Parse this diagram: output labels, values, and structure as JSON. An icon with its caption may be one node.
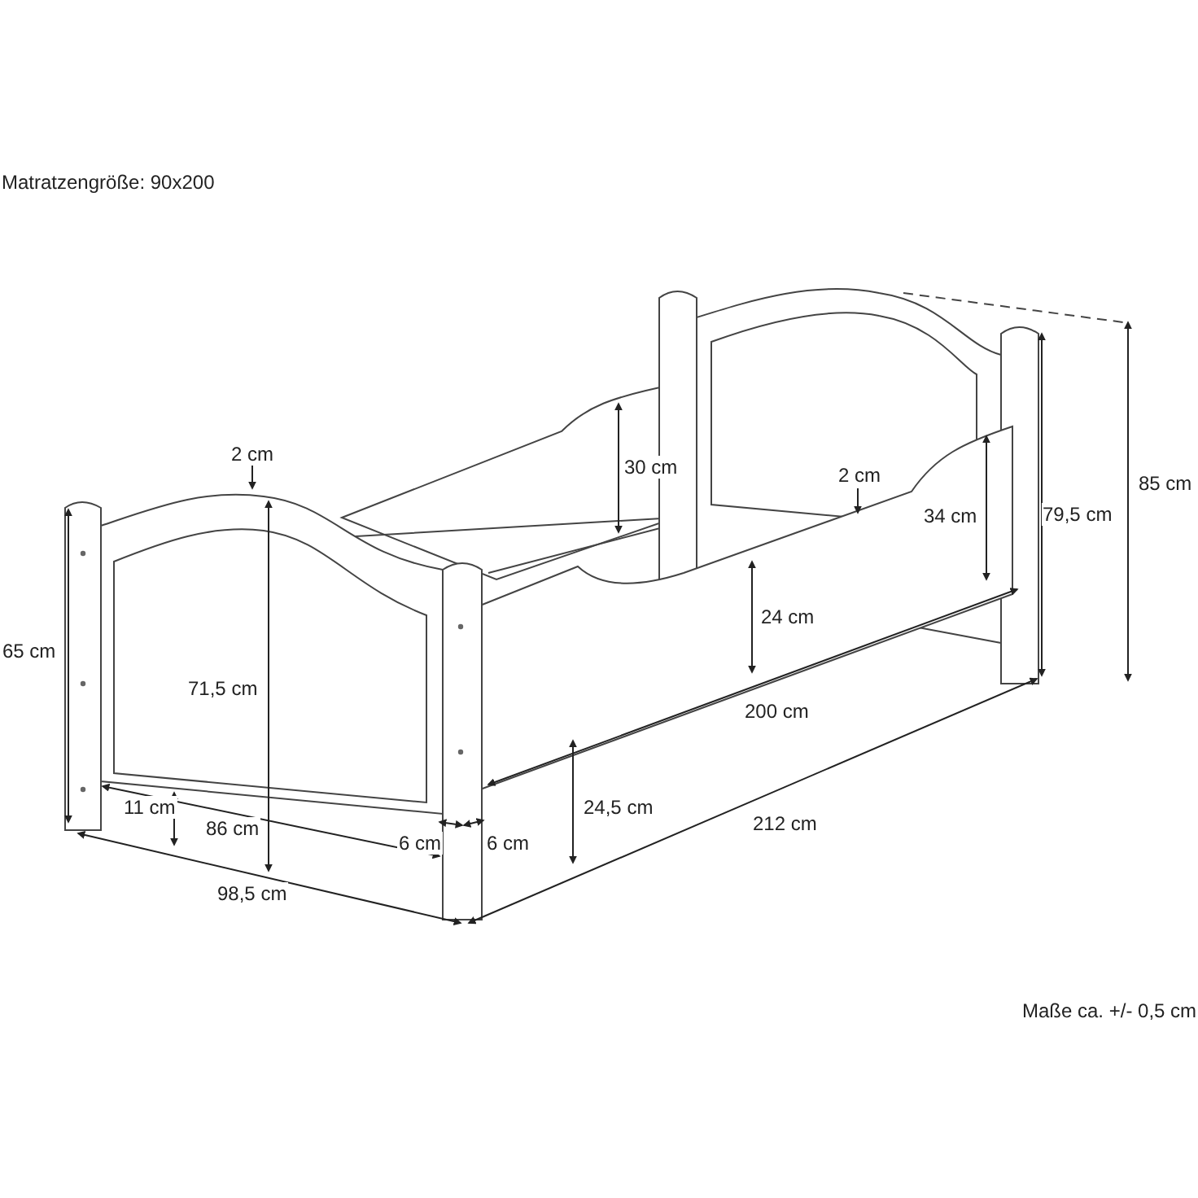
{
  "diagram": {
    "labels": [
      "Matratzengröße: 90x200",
      "2 cm",
      "30 cm",
      "2 cm",
      "85 cm",
      "79,5 cm",
      "34 cm",
      "24 cm",
      "65 cm",
      "71,5 cm",
      "200 cm",
      "11 cm",
      "24,5 cm",
      "212 cm",
      "86 cm",
      "6 cm",
      "6 cm",
      "98,5 cm",
      "Maße ca. +/- 0,5 cm"
    ]
  }
}
